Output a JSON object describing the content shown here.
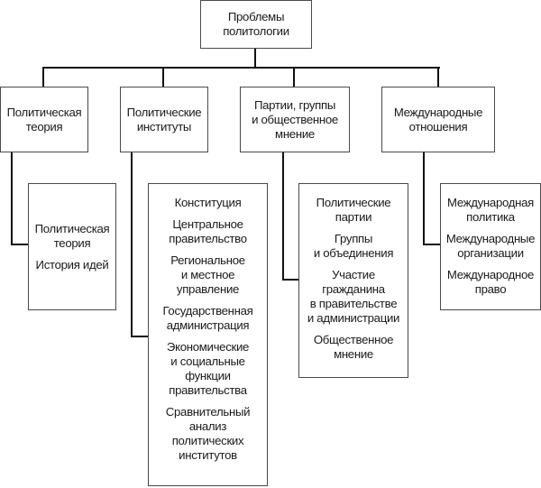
{
  "diagram": {
    "root": {
      "label": "Проблемы\nполитологии"
    },
    "branches": [
      {
        "label": "Политическая\nтеория",
        "items": [
          "Политическая\nтеория",
          "История идей"
        ]
      },
      {
        "label": "Политические\nинституты",
        "items": [
          "Конституция",
          "Центральное\nправительство",
          "Региональное\nи местное\nуправление",
          "Государственная\nадминистрация",
          "Экономические\nи социальные\nфункции\nправительства",
          "Сравнительный\nанализ\nполитических\nинститутов"
        ]
      },
      {
        "label": "Партии, группы\nи общественное\nмнение",
        "items": [
          "Политические\nпартии",
          "Группы\nи объединения",
          "Участие\nгражданина\nв правительстве\nи администрации",
          "Общественное\nмнение"
        ]
      },
      {
        "label": "Международные\nотношения",
        "items": [
          "Международная\nполитика",
          "Международные\nорганизации",
          "Международное\nправо"
        ]
      }
    ]
  }
}
